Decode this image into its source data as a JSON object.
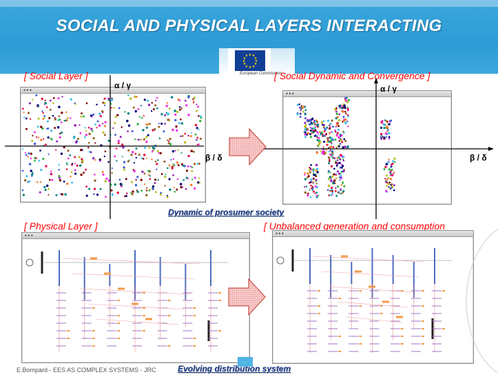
{
  "slide": {
    "title": "SOCIAL AND PHYSICAL LAYERS INTERACTING",
    "logo_text": "European Commission",
    "labels": {
      "social_layer": "[ Social Layer ]",
      "social_dynamic": "[ Social Dynamic and Convergence ]",
      "physical_layer": "[ Physical Layer ]",
      "unbalanced": "[ Unbalanced generation and consumption"
    },
    "axes": {
      "vertical": "α / γ",
      "horizontal": "β / δ"
    },
    "captions": {
      "prosumer": "Dynamic of prosumer society",
      "distribution": "Evolving distribution system"
    },
    "footer": "E.Bompard  - EES AS  COMPLEX SYSTEMS -  JRC",
    "page_badge": "…",
    "colors": {
      "header": "#2d9bd6",
      "label_red": "#ff0000",
      "caption_blue": "#1e3f8f",
      "arrow_fill": "#f4b9b9",
      "arrow_stroke": "#c0392b"
    }
  }
}
